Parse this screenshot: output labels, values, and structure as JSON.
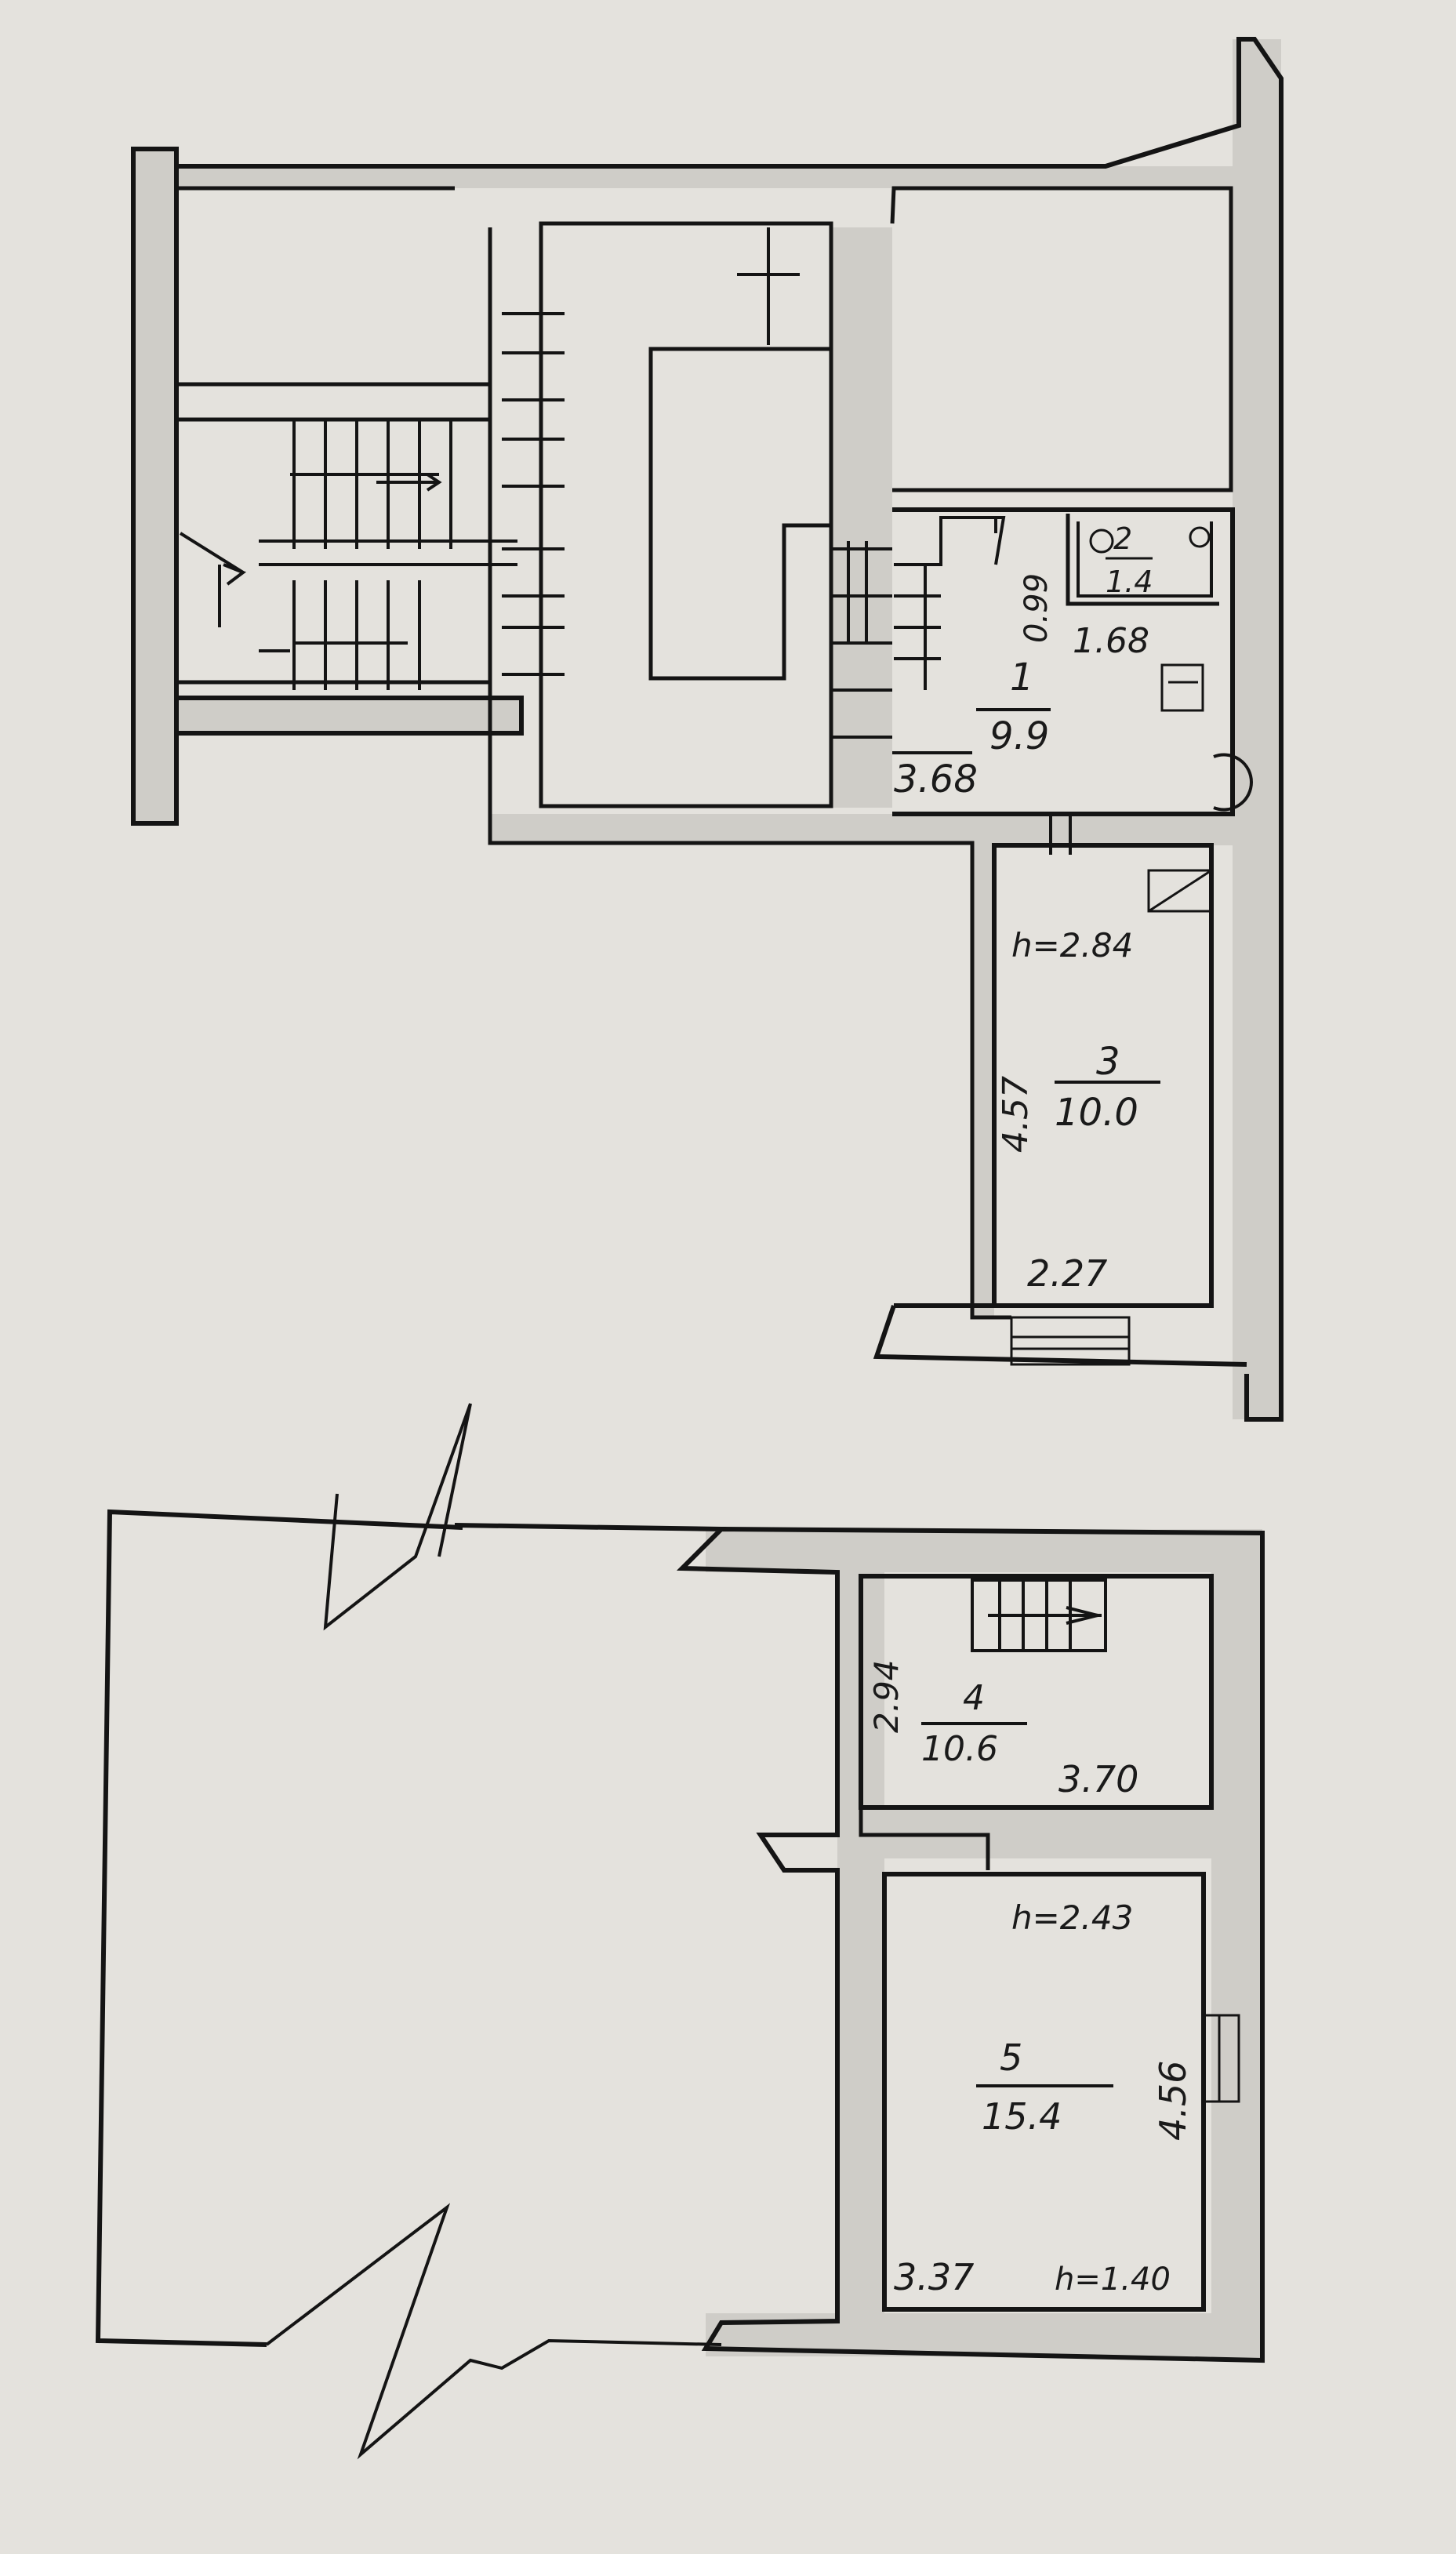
{
  "colors": {
    "paper": "#e4e2dd",
    "ink": "#141414",
    "wall_fill": "#cfcdc8"
  },
  "rooms": [
    {
      "id": "room-1",
      "number": "1",
      "area": "9.9",
      "dims": [
        "0.99",
        "1.68",
        "3.68"
      ]
    },
    {
      "id": "room-2",
      "number": "2",
      "area": "1.4"
    },
    {
      "id": "room-3",
      "number": "3",
      "area": "10.0",
      "dims": [
        "h=2.84",
        "4.57",
        "2.27"
      ]
    },
    {
      "id": "room-4",
      "number": "4",
      "area": "10.6",
      "dims": [
        "2.94",
        "3.70"
      ]
    },
    {
      "id": "room-5",
      "number": "5",
      "area": "15.4",
      "dims": [
        "h=2.43",
        "4.56",
        "3.37",
        "h=1.40"
      ]
    }
  ],
  "icons": [
    "stair-arrow-icon",
    "wc-icon",
    "sink-icon",
    "stove-icon",
    "bathtub-icon",
    "window-icon",
    "door-icon"
  ]
}
